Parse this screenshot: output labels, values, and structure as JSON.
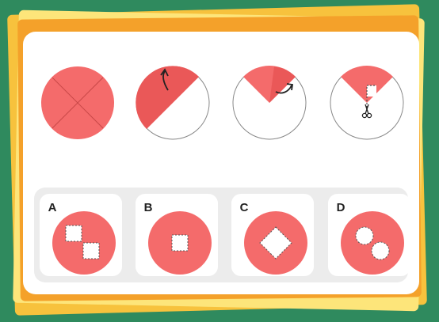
{
  "puzzle": {
    "colors": {
      "fill": "#f46b6b",
      "fold": "#e24848",
      "outline": "#888888",
      "background": "#2f8a5e",
      "card": "#ffffff",
      "panel": "#ececec"
    },
    "options": [
      {
        "letter": "A",
        "holes": "two-squares"
      },
      {
        "letter": "B",
        "holes": "small-square"
      },
      {
        "letter": "C",
        "holes": "diamond"
      },
      {
        "letter": "D",
        "holes": "two-circles"
      }
    ]
  }
}
